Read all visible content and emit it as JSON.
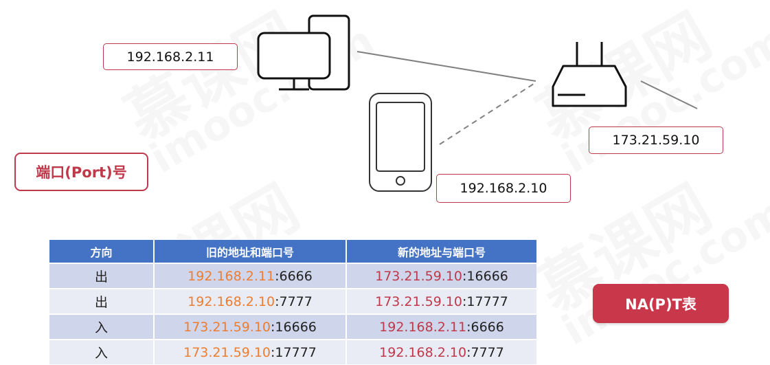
{
  "labels": {
    "pc_ip": "192.168.2.11",
    "router_ip": "173.21.59.10",
    "phone_ip": "192.168.2.10",
    "port_title": "端口(Port)号",
    "napt_button": "NA(P)T表"
  },
  "table": {
    "headers": [
      "方向",
      "旧的地址和端口号",
      "新的地址与端口号"
    ],
    "rows": [
      {
        "dir": "出",
        "old_ip": "192.168.2.11",
        "old_port": ":6666",
        "new_ip": "173.21.59.10",
        "new_port": ":16666",
        "old_color": "orange",
        "new_color": "red"
      },
      {
        "dir": "出",
        "old_ip": "192.168.2.10",
        "old_port": ":7777",
        "new_ip": "173.21.59.10",
        "new_port": ":17777",
        "old_color": "orange",
        "new_color": "red"
      },
      {
        "dir": "入",
        "old_ip": "173.21.59.10",
        "old_port": ":16666",
        "new_ip": "192.168.2.11",
        "new_port": ":6666",
        "old_color": "orange",
        "new_color": "red"
      },
      {
        "dir": "入",
        "old_ip": "173.21.59.10",
        "old_port": ":17777",
        "new_ip": "192.168.2.10",
        "new_port": ":7777",
        "old_color": "orange",
        "new_color": "red"
      }
    ]
  },
  "watermark": {
    "brand": "慕课网",
    "domain": "imooc.com"
  },
  "colors": {
    "accent": "#c0394b",
    "header": "#4472c4",
    "orange": "#ed7d31"
  },
  "icons": [
    "desktop-computer-icon",
    "smartphone-icon",
    "router-icon"
  ]
}
